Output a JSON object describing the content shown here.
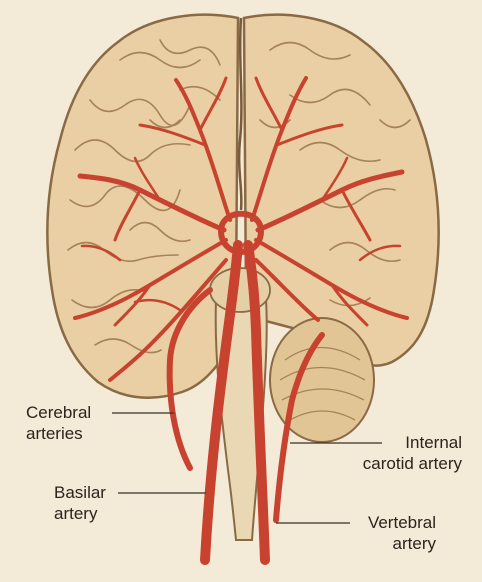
{
  "labels": {
    "cerebral": [
      "Cerebral",
      "arteries"
    ],
    "basilar": [
      "Basilar",
      "artery"
    ],
    "carotid": [
      "Internal",
      "carotid artery"
    ],
    "vertebral": [
      "Vertebral",
      "artery"
    ]
  },
  "colors": {
    "background": "#f4ead8",
    "brain_fill": "#e9cfa3",
    "brain_stroke": "#8a6a45",
    "artery": "#c8432f",
    "artery_dark": "#8f2a1c",
    "text": "#2c241c"
  }
}
